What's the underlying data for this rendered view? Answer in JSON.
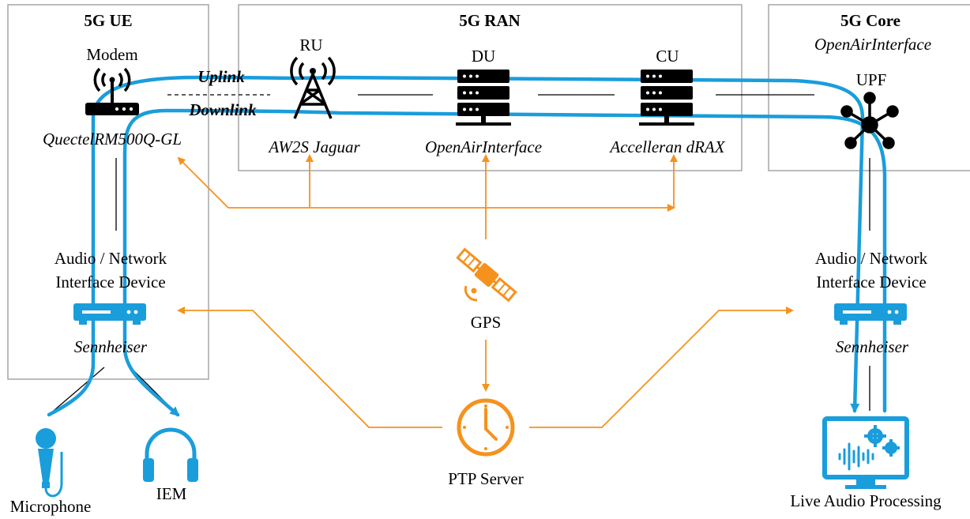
{
  "colors": {
    "blue": "#1a9ddb",
    "orange": "#f5921e",
    "box_border": "#a6a6a6"
  },
  "groups": {
    "ue": {
      "title": "5G UE"
    },
    "ran": {
      "title": "5G RAN"
    },
    "core": {
      "title": "5G Core",
      "subtitle": "OpenAirInterface"
    }
  },
  "nodes": {
    "modem": {
      "label": "Modem",
      "vendor": "QuectelRM500Q-GL",
      "icon": "wifi-router-icon"
    },
    "ru": {
      "label": "RU",
      "vendor": "AW2S Jaguar",
      "icon": "antenna-tower-icon"
    },
    "du": {
      "label": "DU",
      "vendor": "OpenAirInterface",
      "icon": "server-icon"
    },
    "cu": {
      "label": "CU",
      "vendor": "Accelleran dRAX",
      "icon": "server-icon"
    },
    "upf": {
      "label": "UPF",
      "icon": "hub-icon"
    },
    "ue_interface": {
      "label_line1": "Audio / Network",
      "label_line2": "Interface Device",
      "vendor": "Sennheiser",
      "icon": "network-device-icon"
    },
    "core_interface": {
      "label_line1": "Audio / Network",
      "label_line2": "Interface Device",
      "vendor": "Sennheiser",
      "icon": "network-device-icon"
    },
    "gps": {
      "label": "GPS",
      "icon": "satellite-icon"
    },
    "ptp": {
      "label": "PTP Server",
      "icon": "clock-icon"
    },
    "microphone": {
      "label": "Microphone",
      "icon": "microphone-icon"
    },
    "iem": {
      "label": "IEM",
      "icon": "headphones-icon"
    },
    "live_audio": {
      "label": "Live Audio Processing",
      "icon": "monitor-audio-icon"
    }
  },
  "links": {
    "uplink": "Uplink",
    "downlink": "Downlink"
  }
}
